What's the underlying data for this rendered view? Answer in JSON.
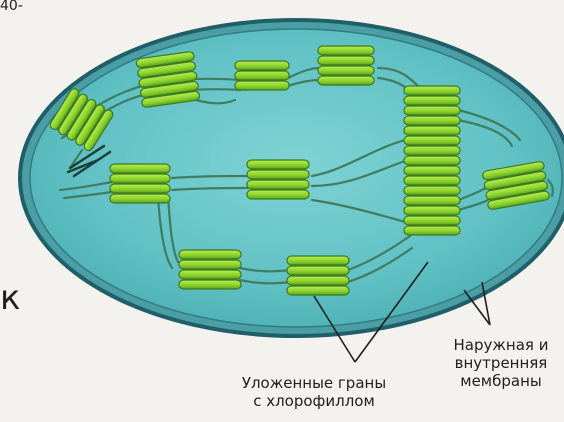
{
  "labels": {
    "top_left_fragment": "40-",
    "side_fragment": "к",
    "grana_line1": "Уложенные граны",
    "grana_line2": "с хлорофиллом",
    "membranes_line1": "Наружная и",
    "membranes_line2": "внутренняя",
    "membranes_line3": "мембраны"
  },
  "colors": {
    "outer_membrane": "#1f5f6a",
    "stroma": "#63c3c5",
    "stroma_light": "#78ced0",
    "granum_fill": "#8ed42c",
    "granum_dark": "#3c7a1e",
    "lamella": "#4f8f6c",
    "text": "#1f1f1f"
  }
}
